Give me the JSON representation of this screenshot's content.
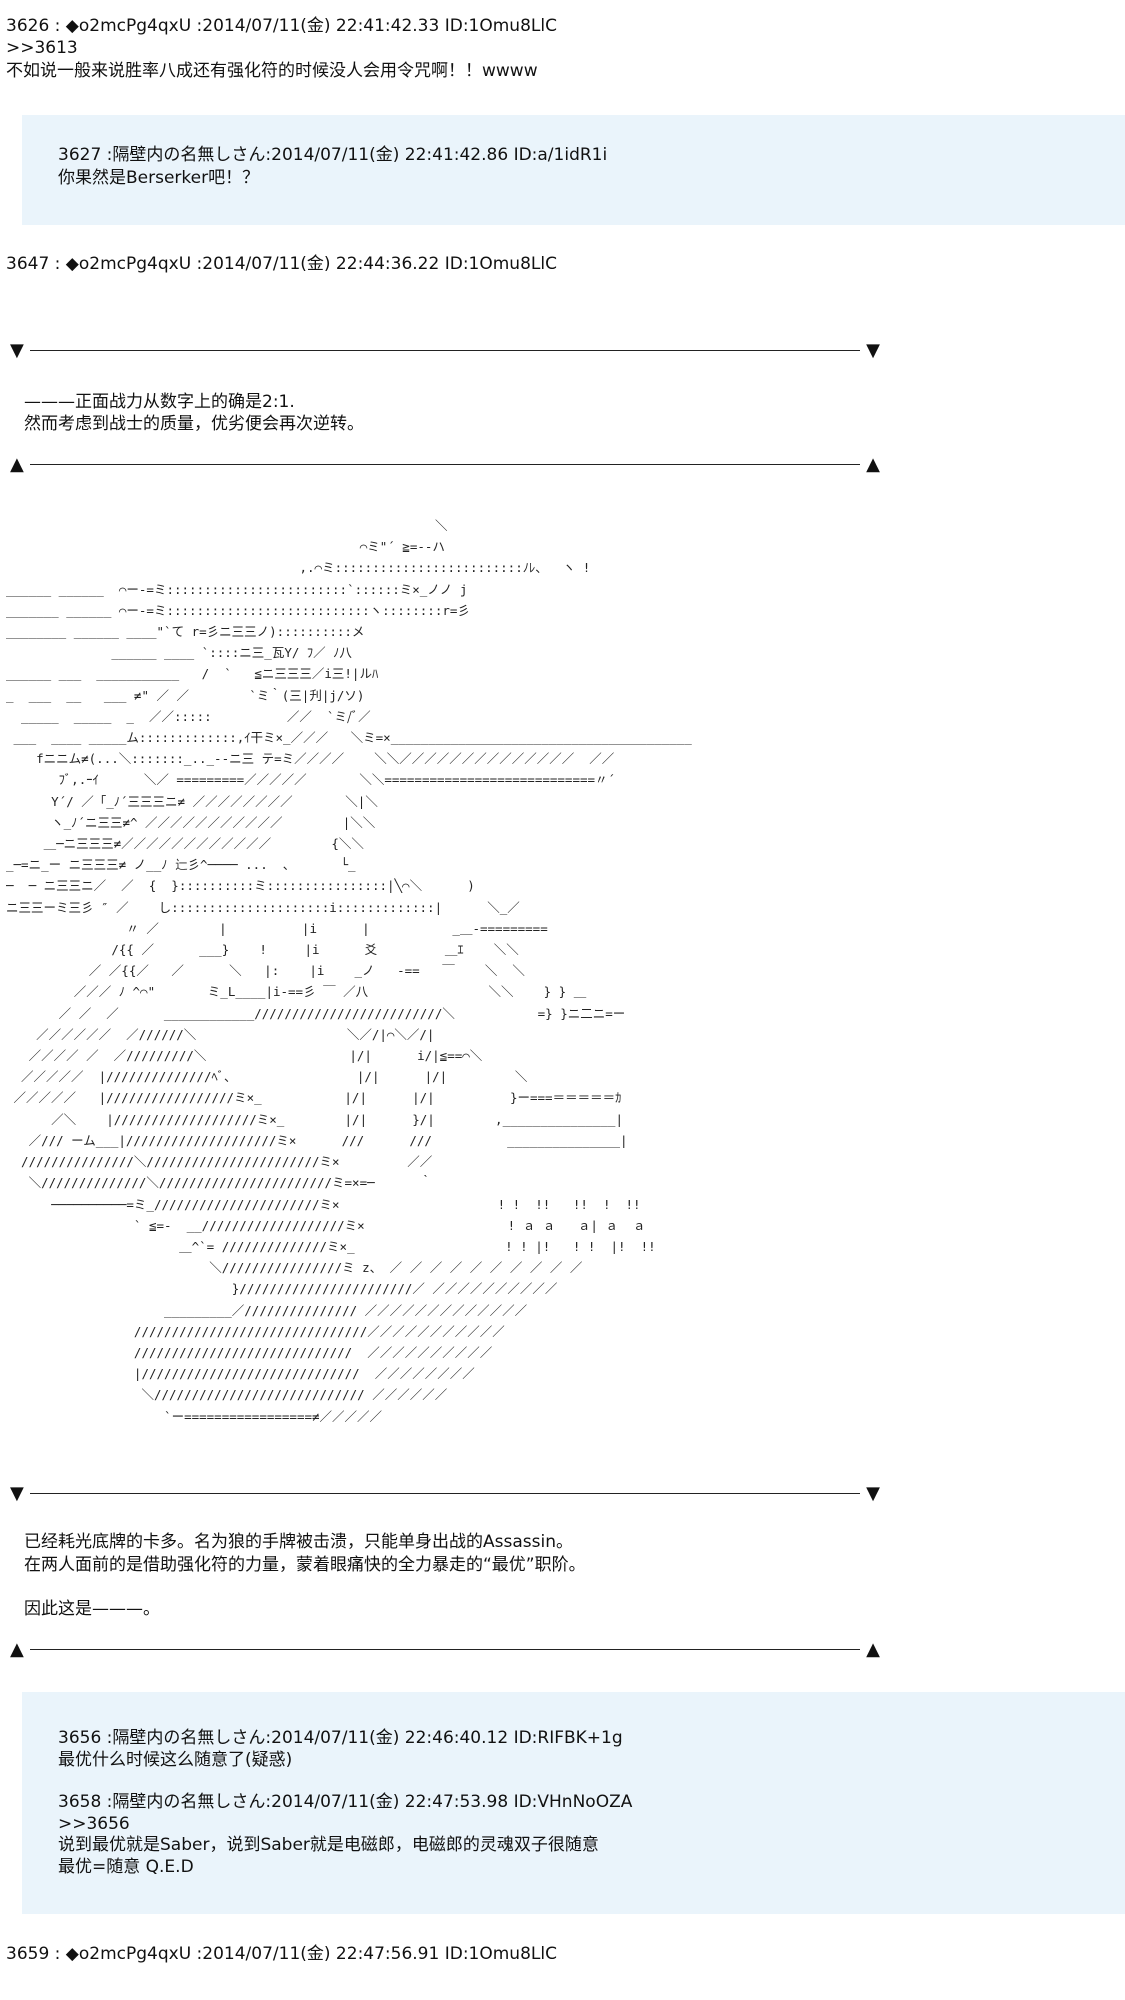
{
  "posts": {
    "p3626": {
      "header": "3626 : ◆o2mcPg4qxU :2014/07/11(金) 22:41:42.33 ID:1Omu8LlC",
      "quote": ">>3613",
      "text": "不如说一般来说胜率八成还有强化符的时候没人会用令咒啊！！wwww"
    },
    "reply1": {
      "header": "3627 :隔壁内の名無しさん:2014/07/11(金) 22:41:42.86 ID:a/1idR1i",
      "text": "你果然是Berserker吧！？"
    },
    "p3647": {
      "header": "3647 : ◆o2mcPg4qxU :2014/07/11(金) 22:44:36.22 ID:1Omu8LlC",
      "narration1": "———正面战力从数字上的确是2:1.",
      "narration2": "然而考虑到战士的质量，优劣便会再次逆转。",
      "narration3": "已经耗光底牌的卡多。名为狼的手牌被击溃，只能单身出战的Assassin。",
      "narration4": "在两人面前的是借助强化符的力量，蒙着眼痛快的全力暴走的“最优”职阶。",
      "narration5": "因此这是———。"
    },
    "reply2": {
      "h1": "3656 :隔壁内の名無しさん:2014/07/11(金) 22:46:40.12 ID:RIFBK+1g",
      "t1": "最优什么时候这么随意了(疑惑)",
      "h2": "3658 :隔壁内の名無しさん:2014/07/11(金) 22:47:53.98 ID:VHnNoOZA",
      "q2": ">>3656",
      "t2": "说到最优就是Saber，说到Saber就是电磁郎，电磁郎的灵魂双子很随意",
      "t3": "最优=随意 Q.E.D"
    },
    "p3659": {
      "header": "3659 : ◆o2mcPg4qxU :2014/07/11(金) 22:47:56.91 ID:1Omu8LlC"
    }
  },
  "dividers": {
    "down_arrow": "▼",
    "up_arrow": "▲"
  },
  "ascii_art": "                                                         ＼\n                                               ⌒ミ\"´ ≧=-‐ハ\n                                       ,.⌒ミ:::::::::::::::::::::::::ﾉﾚ、  ヽ !\n______ ______  ⌒ー‐=ミ::::::::::::::::::::::::`::::::ミ×_ノノ j\n_______ ______ ⌒ー‐=ミ:::::::::::::::::::::::::::ヽ::::::::r=彡\n________ ______ ____\"`て r=彡ニ三三ノ)::::::::::メ\n              ______ ____ `::::ニ三_瓦Y/ ﾌ／ ﾉ八\n______ ___  ___________   /  `   ≦ニ三三三／i三!|ルﾊ\n_  ___  __   ___ ≠\" ／ ／        `ミ｀(三|刋|j/ソ)\n  _____  _____  _  ／／:::::          ／／  `ミ/ﾞ／\n ___  ____ _____ム:::::::::::::,ｲ干ミ×_／／／   ＼ミ=×________________________________________\n    fニニム≠(...＼:::::::_.._‐-ニ三 テ=ミ／／／／    ＼＼／／／／／／／／／／／／／／  ／／\n       ﾌﾞ,.ｰｲ      ＼／ =========／／／／／       ＼＼============================〃´\n      Y´/ ／「_ﾉ´三三三ニ≠ ／／／／／／／／       ＼|＼\n      ヽ_ﾉ´ニ三三≠^ ／／／／／／／／／／／        |＼＼\n     ＿─ニ三三三≠／／／／／／／／／／／／        {＼＼\n_─=ニ_ー ニ三三三≠ ノ__ﾉ 辷彡^──── ...  、      └_\n─  ─ ニ三三ニ／  ／  {  }::::::::::ミ::::::::::::::::|╲⌒＼      )\nニ三三ーミ三彡 ″ ／    し:::::::::::::::::::::i:::::::::::::|      ＼_／\n                〃 ／        |          |i      |           _＿-=========\n              /{{ ／      ___}    !     |i      爻         ＿ｴ    ＼＼\n           ／ ／{{／   ／      ＼   |:    |i    _ノ   -==   ￣    ＼  ＼\n         ／／／ ﾉ ^⌒\"       ミ_L____|i-==彡 ￣ ／八                ＼＼    } } ＿\n       ／ ／  ／      ____________/////////////////////////＼           =} }ニ二ニ=ー\n    ／／／／／／  ／//////＼                    ＼／/|⌒＼／/|\n   ／／／／ ／  ／/////////＼                   |/|      i/|≦==⌒＼\n  ／／／／／  |//////////////ﾍﾞ、                |/|      |/|         ＼\n ／／／／／   |/////////////////ミ×_           |/|      |/|          }ー===＝＝＝＝＝ｶ\n      ／＼    |///////////////////ミ×_        |/|      }/|        ,_______________|\n   ／/// ーム___|////////////////////ミ×      ///      ///          _______________|\n  ///////////////＼///////////////////////ミ×         ／／\n   ＼//////////////＼///////////////////////ミ=×=─      ｀\n      ──────────=ミ_//////////////////////ミ×                     ! !  !!   !!  !  !!\n                 ` ≦=-  __///////////////////ミ×                   ! ａ ａ   ａ| ａ  ａ\n                       ＿^`= //////////////ミ×_                    ! ! |!   ! !  |!  !!\n                           ＼////////////////ミ z、 ／ ／ ／ ／ ／ ／ ／ ／ ／ ／\n                              }///////////////////////／ ／／／／／／／／／／\n                     _________／/////////////// ／／／／／／／／／／／／／\n                 ///////////////////////////////／／／／／／／／／／／\n                 /////////////////////////////  ／／／／／／／／／／\n                 |/////////////////////////////  ／／／／／／／／\n                  ＼//////////////////////////// ／／／／／／\n                     `ー=================≠／／／／／"
}
